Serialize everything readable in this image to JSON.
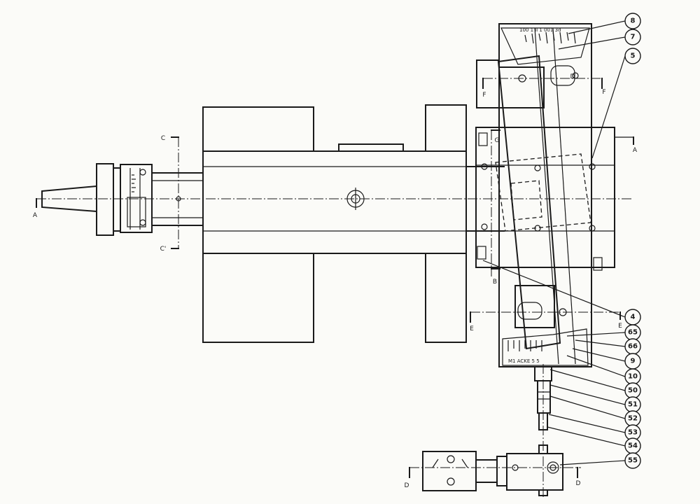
{
  "callouts": [
    "8",
    "7",
    "5",
    "4",
    "65",
    "66",
    "9",
    "10",
    "50",
    "51",
    "52",
    "53",
    "54",
    "55"
  ],
  "section_labels": {
    "a_left": "A",
    "a_right": "A",
    "c_top": "C",
    "c_bottom": "C'",
    "b": "B",
    "g": "G",
    "f_left": "F",
    "f_right": "F",
    "e_left": "E",
    "e_right": "E",
    "d_left": "D",
    "d_right": "D",
    "d_top": "D"
  },
  "scale_marks": {
    "top_scale": "100 1 ll 1 001  3d",
    "bottom_scale": "M1 ACKE 5 5"
  }
}
